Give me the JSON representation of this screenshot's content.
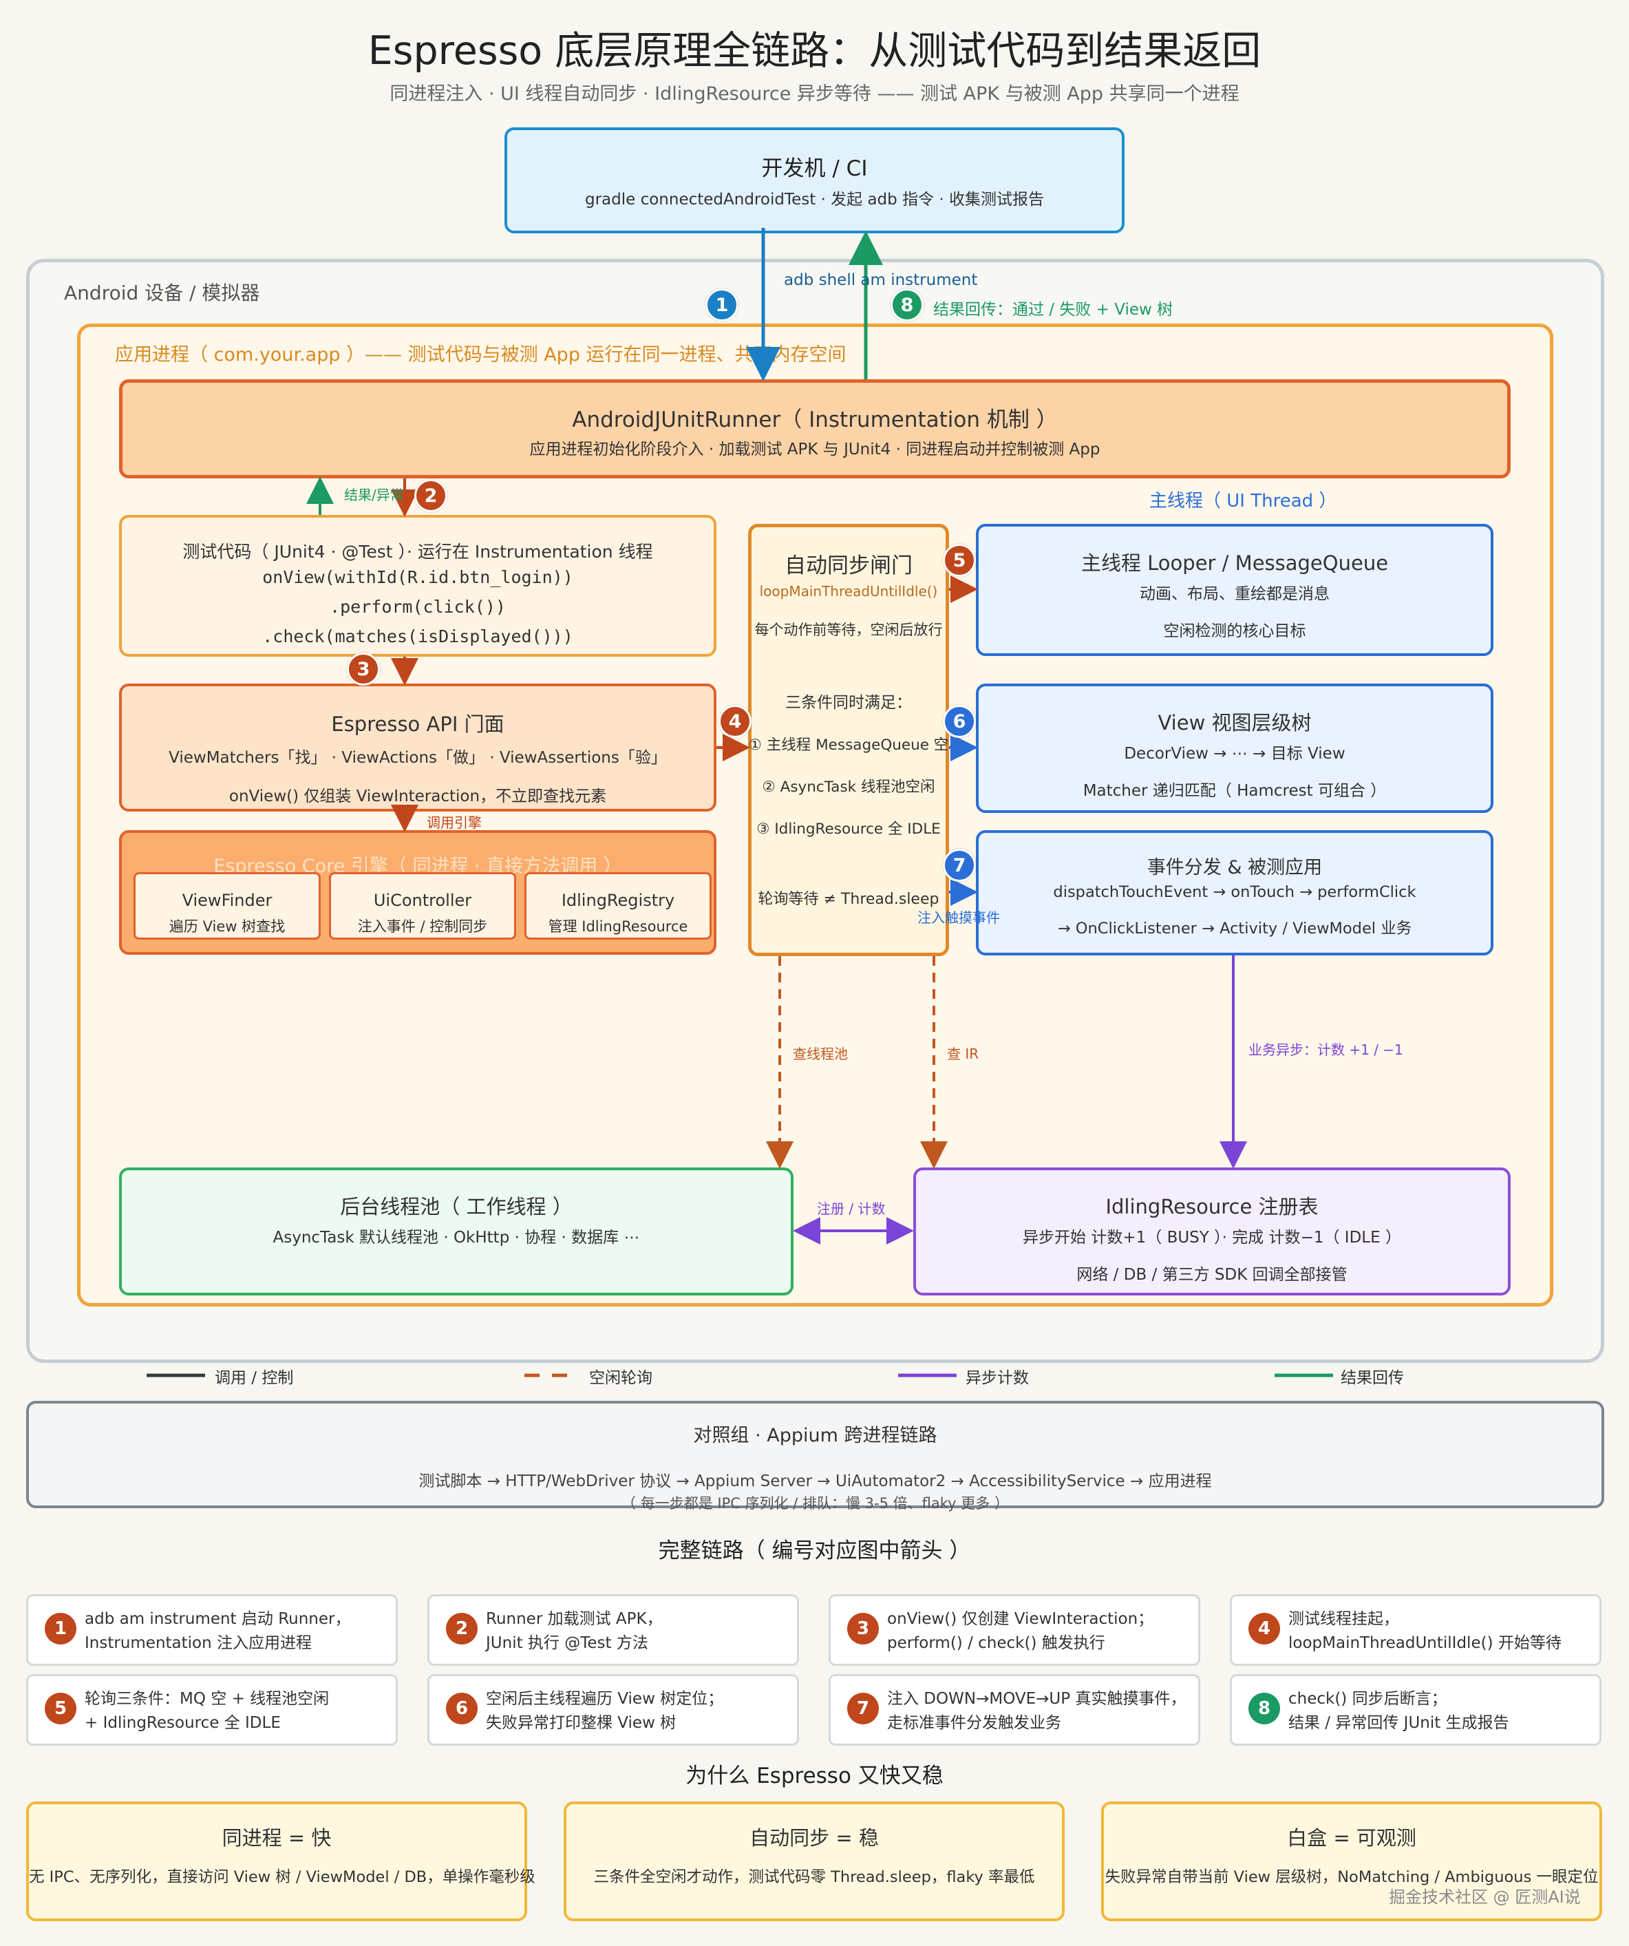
{
  "title": "Espresso 底层原理全链路：从测试代码到结果返回",
  "subtitle": "同进程注入 · UI 线程自动同步 · IdlingResource 异步等待 —— 测试 APK 与被测 App 共享同一个进程",
  "dev": {
    "title": "开发机 / CI",
    "desc": "gradle connectedAndroidTest · 发起 adb 指令 · 收集测试报告"
  },
  "arrow_labels": {
    "instrument": "adb shell am instrument",
    "result": "结果回传：通过 / 失败 + View 树",
    "result_exc": "结果/异常",
    "call_engine": "调用引擎",
    "check_pool": "查线程池",
    "check_ir": "查 IR",
    "biz_async": "业务异步：计数 +1 / −1",
    "register_count": "注册 / 计数",
    "inject_touch": "注入触摸事件"
  },
  "device": {
    "label": "Android 设备 / 模拟器"
  },
  "app": {
    "label": "应用进程（ com.your.app ）—— 测试代码与被测 App 运行在同一进程、共享内存空间"
  },
  "runner": {
    "title": "AndroidJUnitRunner（ Instrumentation 机制 ）",
    "desc": "应用进程初始化阶段介入 · 加载测试 APK 与 JUnit4 · 同进程启动并控制被测 App"
  },
  "main_thread_label": "主线程（ UI Thread ）",
  "test_code": {
    "title": "测试代码（ JUnit4 · @Test ）· 运行在 Instrumentation 线程",
    "lines": [
      "onView(withId(R.id.btn_login))",
      ".perform(click())",
      ".check(matches(isDisplayed()))"
    ]
  },
  "api": {
    "title": "Espresso API 门面",
    "desc1": "ViewMatchers「找」 · ViewActions「做」 · ViewAssertions「验」",
    "desc2": "onView() 仅组装 ViewInteraction，不立即查找元素"
  },
  "core": {
    "title": "Espresso Core 引擎（ 同进程 · 直接方法调用 ）",
    "items": [
      {
        "name": "ViewFinder",
        "desc": "遍历 View 树查找"
      },
      {
        "name": "UiController",
        "desc": "注入事件 / 控制同步"
      },
      {
        "name": "IdlingRegistry",
        "desc": "管理 IdlingResource"
      }
    ]
  },
  "gate": {
    "title": "自动同步闸门",
    "fn": "loopMainThreadUntilIdle()",
    "desc": "每个动作前等待，空闲后放行",
    "cond_title": "三条件同时满足：",
    "conds": [
      "① 主线程 MessageQueue 空",
      "② AsyncTask 线程池空闲",
      "③ IdlingResource 全 IDLE"
    ],
    "note": "轮询等待 ≠ Thread.sleep"
  },
  "looper": {
    "title": "主线程 Looper / MessageQueue",
    "d1": "动画、布局、重绘都是消息",
    "d2": "空闲检测的核心目标"
  },
  "viewtree": {
    "title": "View 视图层级树",
    "d1": "DecorView → ⋯ → 目标 View",
    "d2": "Matcher 递归匹配（ Hamcrest 可组合 ）"
  },
  "dispatch": {
    "title": "事件分发 & 被测应用",
    "d1": "dispatchTouchEvent → onTouch → performClick",
    "d2": "→ OnClickListener → Activity / ViewModel 业务"
  },
  "pool": {
    "title": "后台线程池（ 工作线程 ）",
    "desc": "AsyncTask 默认线程池 · OkHttp · 协程 · 数据库 ⋯"
  },
  "registry": {
    "title": "IdlingResource 注册表",
    "d1": "异步开始 计数+1（ BUSY ）· 完成 计数−1（ IDLE ）",
    "d2": "网络 / DB / 第三方 SDK 回调全部接管"
  },
  "legend": [
    "调用 / 控制",
    "空闲轮询",
    "异步计数",
    "结果回传"
  ],
  "appium": {
    "title": "对照组 · Appium 跨进程链路",
    "d1": "测试脚本 → HTTP/WebDriver 协议 → Appium Server → UiAutomator2 → AccessibilityService → 应用进程",
    "d2": "（ 每一步都是 IPC 序列化 / 排队：慢 3-5 倍、flaky 更多 ）"
  },
  "chain_title": "完整链路（ 编号对应图中箭头 ）",
  "steps": [
    {
      "n": "1",
      "l1": "adb am instrument 启动 Runner，",
      "l2": "Instrumentation 注入应用进程"
    },
    {
      "n": "2",
      "l1": "Runner 加载测试 APK，",
      "l2": "JUnit 执行 @Test 方法"
    },
    {
      "n": "3",
      "l1": "onView() 仅创建 ViewInteraction；",
      "l2": "perform() / check() 触发执行"
    },
    {
      "n": "4",
      "l1": "测试线程挂起，",
      "l2": "loopMainThreadUntilIdle() 开始等待"
    },
    {
      "n": "5",
      "l1": "轮询三条件：MQ 空 + 线程池空闲",
      "l2": "+ IdlingResource 全 IDLE"
    },
    {
      "n": "6",
      "l1": "空闲后主线程遍历 View 树定位；",
      "l2": "失败异常打印整棵 View 树"
    },
    {
      "n": "7",
      "l1": "注入 DOWN→MOVE→UP 真实触摸事件，",
      "l2": "走标准事件分发触发业务"
    },
    {
      "n": "8",
      "l1": "check() 同步后断言；",
      "l2": "结果 / 异常回传 JUnit 生成报告"
    }
  ],
  "why_title": "为什么 Espresso 又快又稳",
  "why": [
    {
      "h": "同进程 = 快",
      "d": "无 IPC、无序列化，直接访问 View 树 / ViewModel / DB，单操作毫秒级"
    },
    {
      "h": "自动同步 = 稳",
      "d": "三条件全空闲才动作，测试代码零 Thread.sleep，flaky 率最低"
    },
    {
      "h": "白盒 = 可观测",
      "d": "失败异常自带当前 View 层级树，NoMatching / Ambiguous 一眼定位"
    }
  ],
  "watermark": "掘金技术社区 @ 匠测AI说",
  "colors": {
    "call": "#3a3a3a",
    "poll": "#c0581f",
    "async": "#7a45d6",
    "result": "#1b9a63",
    "blue_arrow": "#1a7fc4"
  }
}
